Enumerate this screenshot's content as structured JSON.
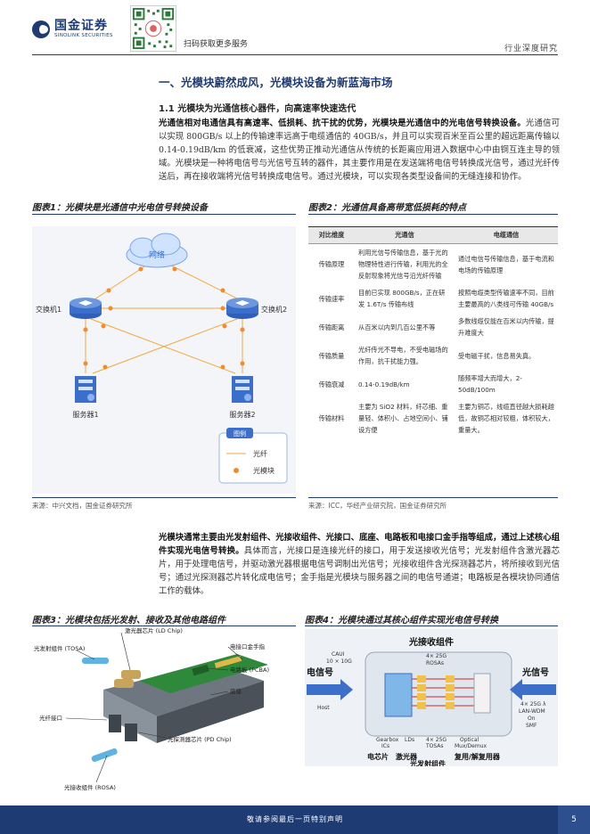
{
  "header": {
    "logo_cn": "国金证券",
    "logo_en": "SINOLINK SECURITIES",
    "qr_caption": "扫码获取更多服务",
    "report_type": "行业深度研究"
  },
  "section": {
    "title": "一、光模块蔚然成风，光模块设备为新蓝海市场",
    "subtitle": "1.1 光模块为光通信核心器件，向高速率快速迭代"
  },
  "para1": {
    "bold": "光通信相对电通信具有高速率、低损耗、抗干扰的优势，光模块是光通信中的光电信号转换设备。",
    "text": "光通信可以实现 800GB/s 以上的传输速率远高于电缆通信的 40GB/s，并且可以实现百米至百公里的超远距离传输以 0.14-0.19dB/km 的低衰减，这些优势正推动光通信从传统的长距离应用进入数据中心中由铜互连主导的领域。光模块是一种将电信号与光信号互转的器件，其主要作用是在发送端将电信号转换成光信号，通过光纤传送后，再在接收端将光信号转换成电信号。通过光模块，可以实现各类型设备间的无缝连接和协作。"
  },
  "fig1": {
    "title": "图表1：光模块是光通信中光电信号转换设备",
    "cloud": "网络",
    "switch1": "交换机1",
    "switch2": "交换机2",
    "server1": "服务器1",
    "server2": "服务器2",
    "legend_title": "图例",
    "legend_fiber": "光纤",
    "legend_module": "光模块",
    "source": "来源：中兴文档，国金证券研究所"
  },
  "fig2": {
    "title": "图表2：光通信具备高带宽低损耗的特点",
    "headers": [
      "对比维度",
      "光通信",
      "电缆通信"
    ],
    "rows": [
      [
        "传输原理",
        "利用光信号传输信息，基于光的物理特性进行传输，利用光的全反射现象将光信号沿光纤传输",
        "通过电信号传输信息，基于电流和电场的传输原理"
      ],
      [
        "传输速率",
        "目前已实现 800GB/s，正在研发 1.6T/s 传输布线",
        "按照电缆类型传输速率不同，目前主要最高的八类线可传输 40GB/s"
      ],
      [
        "传输距离",
        "从百米以内到几百公里不等",
        "多数线缆仅能在百米以内传输，提升难度大"
      ],
      [
        "传输质量",
        "光纤传光不导电，不受电磁场的作用，抗干扰能力强。",
        "受电磁干扰，信息易失真。"
      ],
      [
        "传输衰减",
        "0.14-0.19dB/km",
        "随频率增大而增大，2-50dB/100m"
      ],
      [
        "传输材料",
        "主要为 SiO2 材料，纤芯细、重量轻、体积小、占地空间小、铺设方便",
        "主要为铜芯，线缆直径越大损耗越低，故铜芯相对较粗，体积较大，重量大。"
      ]
    ],
    "source": "来源：ICC，华经产业研究院，国金证券研究所"
  },
  "para2": {
    "bold": "光模块通常主要由光发射组件、光接收组件、光接口、底座、电路板和电接口金手指等组成，通过上述核心组件实现光电信号转换。",
    "text": "具体而言，光接口是连接光纤的接口，用于发送接收光信号；光发射组件含激光器芯片，用于处理电信号，并驱动激光器根据电信号调制出光信号；光接收组件含光探测器芯片，将所接收到光信号；通过光探测器芯片转化成电信号；金手指是光模块与服务器之间的电信号通道；电路板是各模块协同通信工作的载体。"
  },
  "fig3": {
    "title": "图表3：光模块包括光发射、接收及其他电路组件",
    "labels": {
      "ld": "激光器芯片 (LD Chip)",
      "tosa": "光发射组件 (TOSA)",
      "gold": "电接口金手指",
      "pcba": "电路板 (PCBA)",
      "base": "底座",
      "port": "光纤接口",
      "pd": "光探测器芯片 (PD Chip)",
      "rosa": "光接收组件 (ROSA)"
    }
  },
  "fig4": {
    "title": "图表4：光模块通过其核心组件实现光电信号转换",
    "rx_title": "光接收组件",
    "elec": "电信号",
    "opt": "光信号",
    "caui": "CAUI",
    "caui2": "10 × 10G",
    "rosas": "4× 25G",
    "rosas2": "ROSAs",
    "host": "Host",
    "opt_spec1": "4× 25G λ",
    "opt_spec2": "LAN-WDM",
    "opt_spec3": "On",
    "opt_spec4": "SMF",
    "gearbox": "Gearbox",
    "ics": "ICs",
    "lds": "LDs",
    "tosas": "4× 25G",
    "tosas2": "TOSAs",
    "optical": "Optical",
    "mux": "Mux/Demux",
    "chip": "电芯片",
    "laser": "激光器",
    "tx": "光发射组件",
    "muxcn": "复用/解复用器"
  },
  "footer": {
    "disclaimer": "敬请参阅最后一页特别声明",
    "page": "5"
  },
  "colors": {
    "brand": "#1f3b73",
    "fiber": "#f2a93b",
    "module": "#f28a2e",
    "server": "#3b6fc9"
  }
}
